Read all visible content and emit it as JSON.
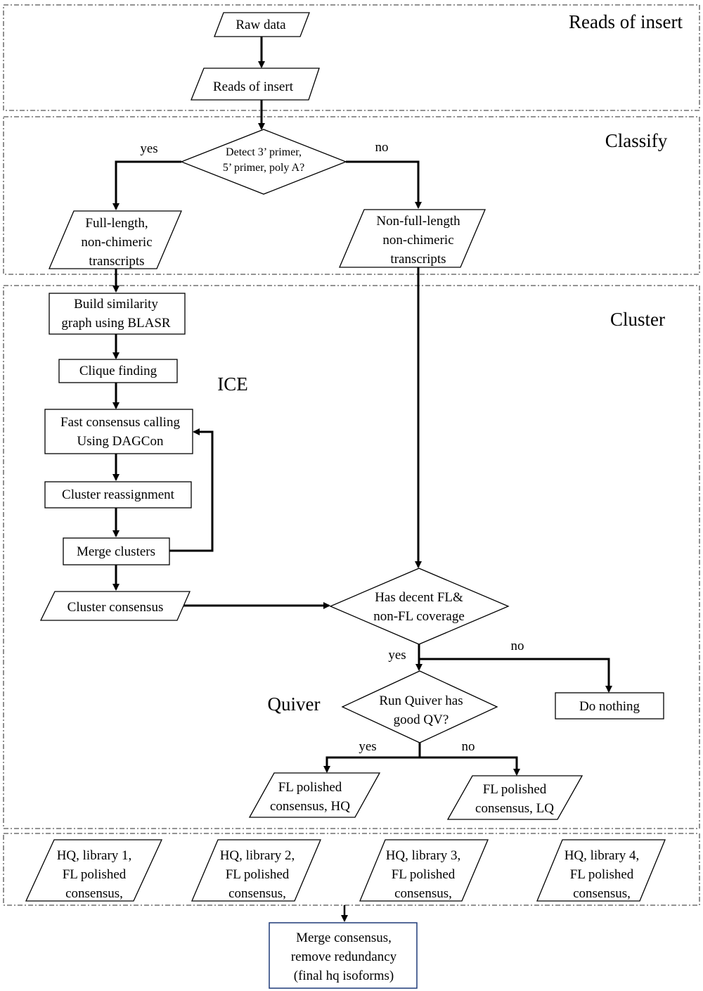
{
  "sections": {
    "reads_of_insert": "Reads of insert",
    "classify": "Classify",
    "cluster": "Cluster"
  },
  "labels": {
    "ice": "ICE",
    "quiver": "Quiver"
  },
  "nodes": {
    "raw_data": [
      "Raw data"
    ],
    "reads_of_insert": [
      "Reads of insert"
    ],
    "detect_primer": [
      "Detect  3’ primer,",
      "5’ primer,  poly A?"
    ],
    "full_length": [
      "Full-length,",
      "non-chimeric",
      "transcripts"
    ],
    "non_full_length": [
      "Non-full-length",
      "non-chimeric",
      "transcripts"
    ],
    "build_graph": [
      "Build  similarity",
      "graph using BLASR"
    ],
    "clique": [
      "Clique finding"
    ],
    "fast_consensus": [
      "Fast consensus calling",
      "Using DAGCon"
    ],
    "cluster_reassign": [
      "Cluster reassignment"
    ],
    "merge_clusters": [
      "Merge clusters"
    ],
    "cluster_consensus": [
      "Cluster consensus"
    ],
    "decent_coverage": [
      "Has decent FL&",
      "non-FL coverage"
    ],
    "quiver_qv": [
      "Run Quiver has",
      "good QV?"
    ],
    "do_nothing": [
      "Do nothing"
    ],
    "fl_hq": [
      "FL polished",
      "consensus, HQ"
    ],
    "fl_lq": [
      "FL polished",
      "consensus, LQ"
    ],
    "hq_lib1": [
      "HQ, library  1,",
      "FL polished",
      "consensus,"
    ],
    "hq_lib2": [
      "HQ, library 2,",
      "FL polished",
      "consensus,"
    ],
    "hq_lib3": [
      "HQ, library  3,",
      "FL polished",
      "consensus,"
    ],
    "hq_lib4": [
      "HQ, library  4,",
      "FL polished",
      "consensus,"
    ],
    "merge_final": [
      "Merge consensus,",
      "remove redundancy",
      "(final hq isoforms)"
    ]
  },
  "edge_labels": {
    "classify_yes": "yes",
    "classify_no": "no",
    "coverage_yes": "yes",
    "coverage_no": "no",
    "quiver_yes": "yes",
    "quiver_no": "no"
  },
  "colors": {
    "line": "#000000",
    "final_box_border": "#1f3a78",
    "section_border": "#555555"
  }
}
